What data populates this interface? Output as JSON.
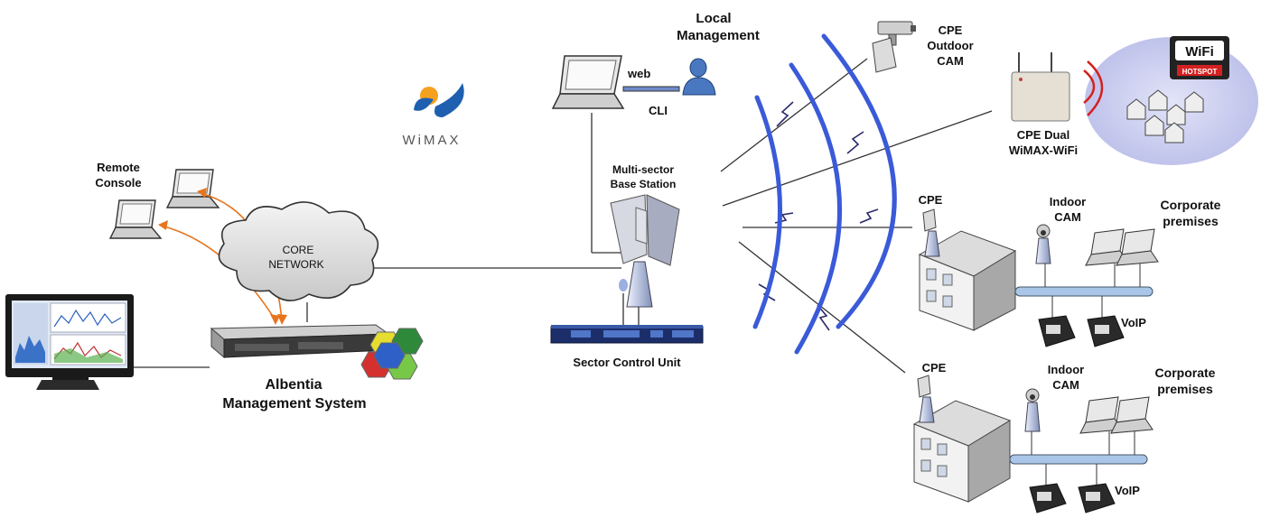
{
  "labels": {
    "local_management_1": "Local",
    "local_management_2": "Management",
    "web": "web",
    "cli": "CLI",
    "cpe_outdoor_1": "CPE",
    "cpe_outdoor_2": "Outdoor",
    "cpe_outdoor_3": "CAM",
    "cpe_dual_1": "CPE Dual",
    "cpe_dual_2": "WiMAX-WiFi",
    "remote_console_1": "Remote",
    "remote_console_2": "Console",
    "core_network_1": "CORE",
    "core_network_2": "NETWORK",
    "base_station_1": "Multi-sector",
    "base_station_2": "Base Station",
    "sector_control_unit": "Sector Control Unit",
    "ams_1": "Albentia",
    "ams_2": "Management System",
    "cpe_1": "CPE",
    "indoor_cam_1a": "Indoor",
    "indoor_cam_1b": "CAM",
    "corporate_1a": "Corporate",
    "corporate_1b": "premises",
    "voip_1": "VoIP",
    "cpe_2": "CPE",
    "indoor_cam_2a": "Indoor",
    "indoor_cam_2b": "CAM",
    "corporate_2a": "Corporate",
    "corporate_2b": "premises",
    "voip_2": "VoIP"
  },
  "logos": {
    "wimax": "WiMAX",
    "wifi": "WiFi",
    "wifi_sub": "HOTSPOT"
  },
  "colors": {
    "wave_blue": "#3a5ad8",
    "link_orange": "#e8741e",
    "bus_blue": "#a9c6e8",
    "hotspot_area": "#c9cdf0"
  }
}
